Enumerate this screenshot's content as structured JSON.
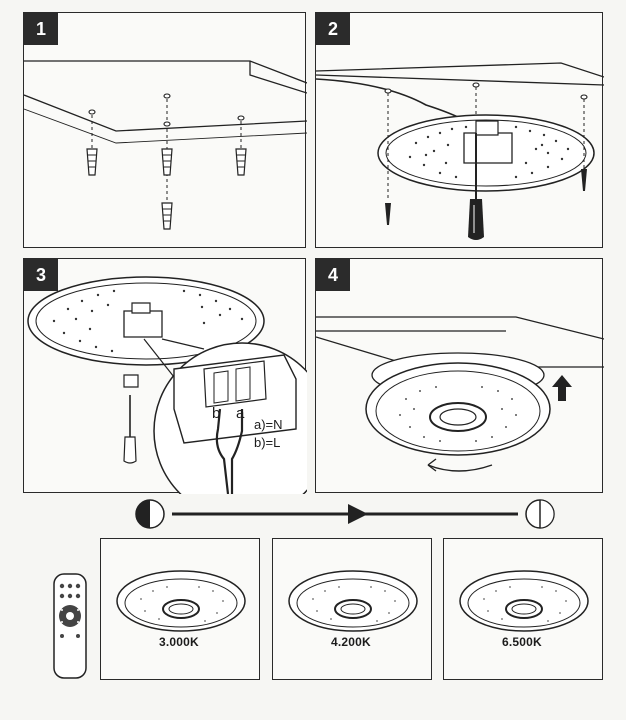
{
  "steps": [
    {
      "number": "1"
    },
    {
      "number": "2"
    },
    {
      "number": "3",
      "wiring": {
        "terminal_b": "b",
        "terminal_a": "a",
        "label_n": "a)=N",
        "label_l": "b)=L"
      }
    },
    {
      "number": "4"
    }
  ],
  "color_temperature": {
    "options": [
      {
        "label": "3.000K"
      },
      {
        "label": "4.200K"
      },
      {
        "label": "6.500K"
      }
    ]
  },
  "colors": {
    "line": "#222222",
    "badge": "#2b2b2b",
    "paper": "#fafaf8"
  }
}
